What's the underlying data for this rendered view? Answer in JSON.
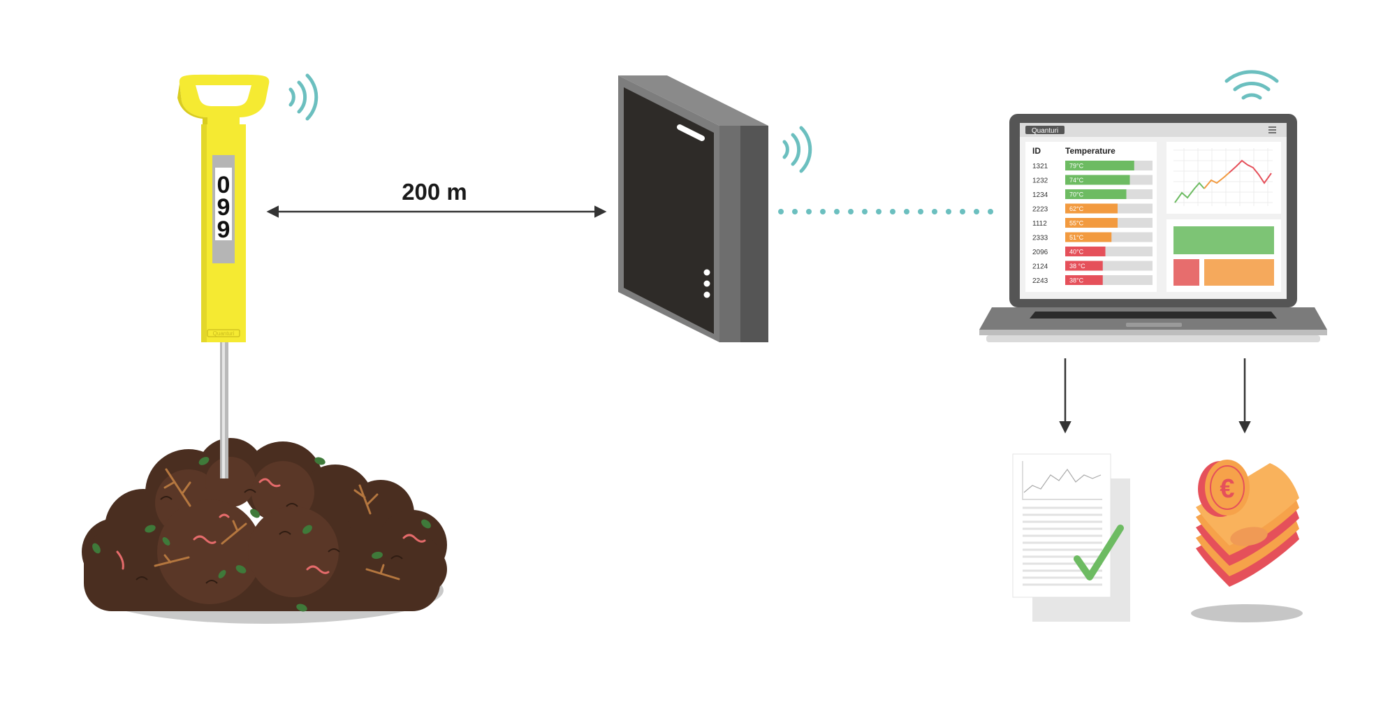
{
  "probe": {
    "id_digits": [
      "0",
      "9",
      "9"
    ],
    "brand": "Quanturi"
  },
  "distance": {
    "label": "200 m"
  },
  "dashboard": {
    "brand": "Quanturi",
    "col_id": "ID",
    "col_temp": "Temperature",
    "rows": [
      {
        "id": "1321",
        "temp": "79°C",
        "level": 0.79,
        "status": "green"
      },
      {
        "id": "1232",
        "temp": "74°C",
        "level": 0.74,
        "status": "green"
      },
      {
        "id": "1234",
        "temp": "70°C",
        "level": 0.7,
        "status": "green"
      },
      {
        "id": "2223",
        "temp": "62°C",
        "level": 0.6,
        "status": "orange"
      },
      {
        "id": "1112",
        "temp": "55°C",
        "level": 0.6,
        "status": "orange"
      },
      {
        "id": "2333",
        "temp": "51°C",
        "level": 0.53,
        "status": "orange"
      },
      {
        "id": "2096",
        "temp": "40°C",
        "level": 0.46,
        "status": "red"
      },
      {
        "id": "2124",
        "temp": "38 °C",
        "level": 0.43,
        "status": "red"
      },
      {
        "id": "2243",
        "temp": "38°C",
        "level": 0.43,
        "status": "red"
      }
    ]
  },
  "outputs": {
    "report": "report-check-icon",
    "money": "euro-money-icon"
  },
  "colors": {
    "probe_yellow": "#f5ea32",
    "wifi_teal": "#6bbfbf",
    "green": "#6dbb62",
    "orange": "#f29a3f",
    "red": "#e5505a",
    "compost_brown": "#4a2e20",
    "device_dark": "#2e2b28"
  }
}
